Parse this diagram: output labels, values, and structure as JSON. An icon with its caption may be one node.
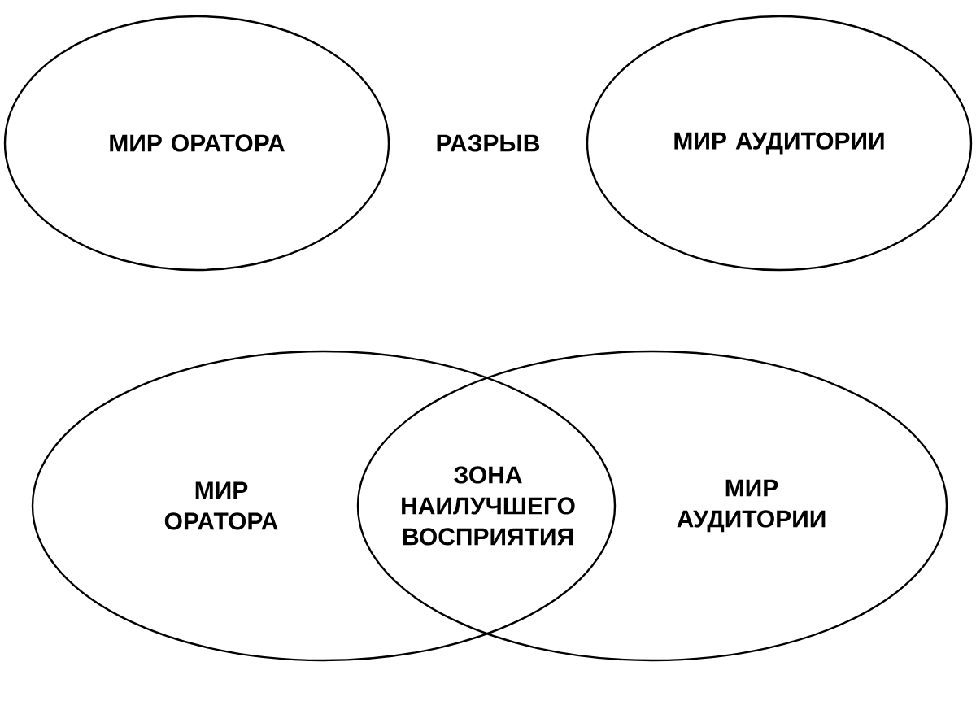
{
  "diagram": {
    "nodes": [
      {
        "text": [
          "МИР ОРАТОРА"
        ]
      },
      {
        "text": [
          "МИР АУДИТОРИИ"
        ]
      },
      {
        "text": [
          "МИР ОРАТОРА"
        ]
      },
      {
        "text": [
          "МИР АУДИТОРИИ"
        ]
      }
    ],
    "labels": [
      "РАЗРЫВ",
      "ЗОНА НАИЛУЧШЕГО ВОСПРИЯТИЯ"
    ]
  }
}
